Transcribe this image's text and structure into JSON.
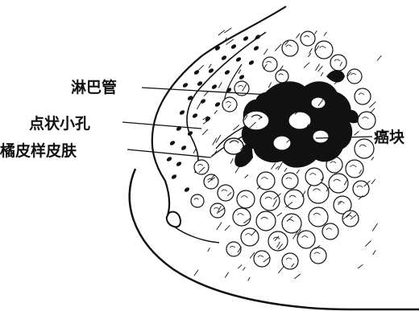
{
  "labels": {
    "lymph_vessel": "淋巴管",
    "dot_pores": "点状小孔",
    "peau_orange": "橘皮样皮肤",
    "tumor": "癌块"
  },
  "colors": {
    "ink": "#111111",
    "paper": "#ffffff"
  }
}
